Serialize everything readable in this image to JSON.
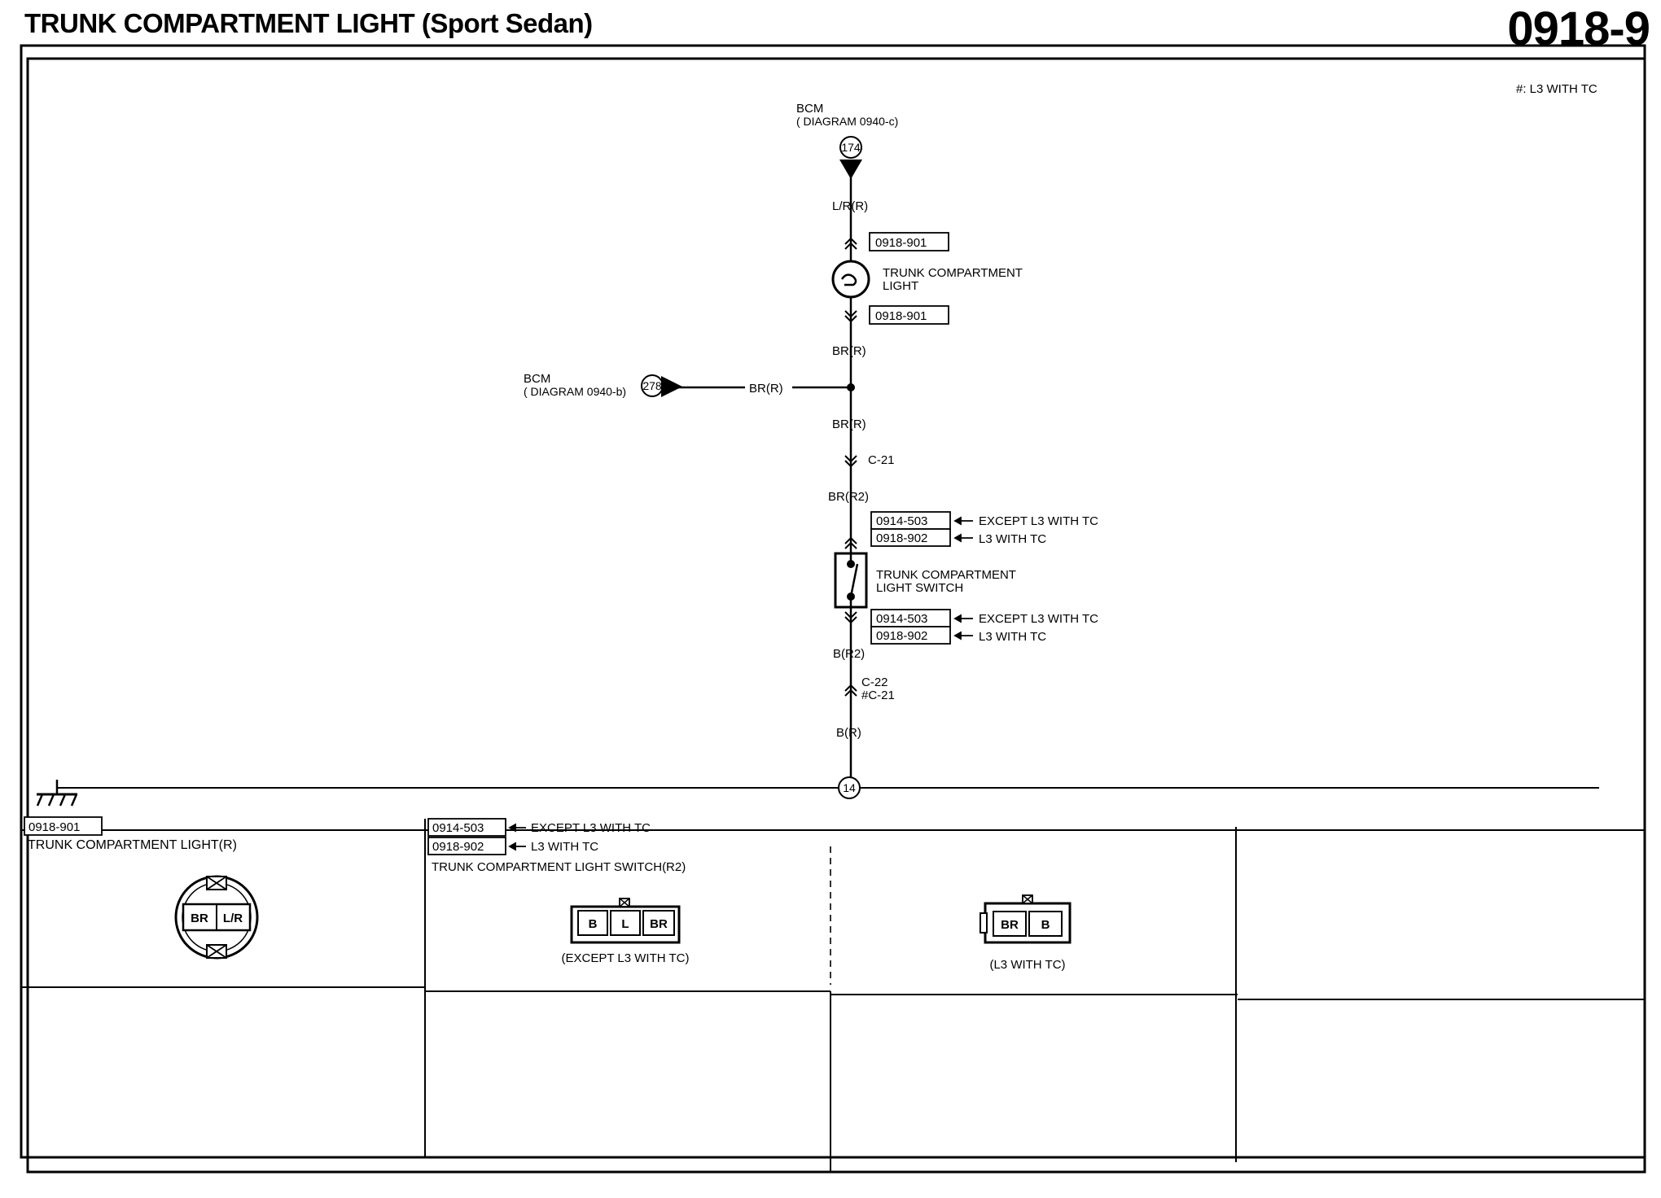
{
  "header": {
    "title": "TRUNK COMPARTMENT LIGHT (Sport Sedan)",
    "page_number": "0918-9"
  },
  "note": "#: L3 WITH TC",
  "diagram": {
    "bcm_top": {
      "label": "BCM",
      "ref": "( DIAGRAM 0940-c)",
      "terminal": "174"
    },
    "wire_top": "L/R(R)",
    "light_ref_top": "0918-901",
    "light_label_1": "TRUNK COMPARTMENT",
    "light_label_2": "LIGHT",
    "light_ref_bottom": "0918-901",
    "wire_br_1": "BR(R)",
    "bcm_left": {
      "label": "BCM",
      "ref": "( DIAGRAM 0940-b)",
      "terminal": "278",
      "wire": "BR(R)"
    },
    "wire_br_2": "BR(R)",
    "connector_c21": "C-21",
    "wire_br_r2": "BR(R2)",
    "switch_refs_top": [
      {
        "code": "0914-503",
        "condition": "EXCEPT L3 WITH TC"
      },
      {
        "code": "0918-902",
        "condition": "L3 WITH TC"
      }
    ],
    "switch_label_1": "TRUNK COMPARTMENT",
    "switch_label_2": "LIGHT SWITCH",
    "switch_refs_bottom": [
      {
        "code": "0914-503",
        "condition": "EXCEPT L3 WITH TC"
      },
      {
        "code": "0918-902",
        "condition": "L3 WITH TC"
      }
    ],
    "wire_b_r2": "B(R2)",
    "connector_c22": "C-22",
    "connector_c22_alt": "#C-21",
    "wire_b_r": "B(R)",
    "ground_terminal": "14"
  },
  "connectors": {
    "light": {
      "ref": "0918-901",
      "title": "TRUNK COMPARTMENT LIGHT(R)",
      "pins": [
        "BR",
        "L/R"
      ]
    },
    "switch": {
      "refs": [
        {
          "code": "0914-503",
          "condition": "EXCEPT L3 WITH TC"
        },
        {
          "code": "0918-902",
          "condition": "L3 WITH TC"
        }
      ],
      "title": "TRUNK COMPARTMENT LIGHT SWITCH(R2)",
      "variant_a": {
        "pins": [
          "B",
          "L",
          "BR"
        ],
        "caption": "(EXCEPT L3 WITH TC)"
      },
      "variant_b": {
        "pins": [
          "BR",
          "B"
        ],
        "caption": "(L3 WITH TC)"
      }
    }
  }
}
